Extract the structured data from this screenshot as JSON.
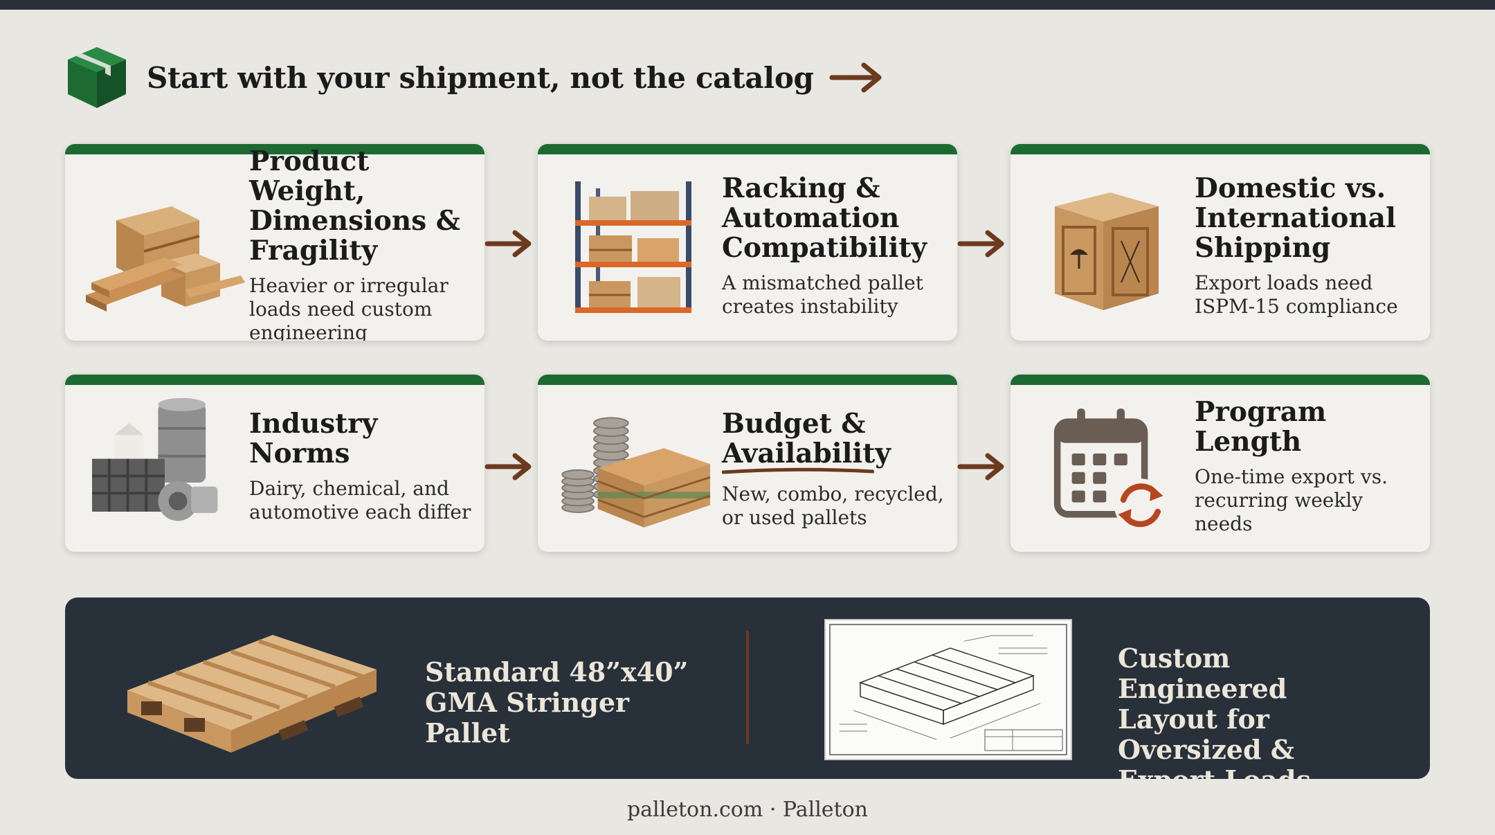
{
  "header": {
    "title": "Start with your shipment, not the catalog"
  },
  "cards": [
    {
      "title": "Product Weight, Dimensions & Fragility",
      "description": "Heavier or irregular loads need custom engineering",
      "illustration": "wooden-crates-and-lumber"
    },
    {
      "title": "Racking & Automation Compatibility",
      "description": "A mismatched pallet creates instability",
      "illustration": "warehouse-racking"
    },
    {
      "title": "Domestic vs. International Shipping",
      "description": "Export loads need ISPM-15 compliance",
      "illustration": "export-crate"
    },
    {
      "title": "Industry Norms",
      "description": "Dairy, chemical, and automotive each differ",
      "illustration": "milk-crate-drum-parts"
    },
    {
      "title": "Budget & Availability",
      "description": "New, combo, recycled, or used pallets",
      "illustration": "coins-and-pallets"
    },
    {
      "title": "Program Length",
      "description": "One-time export vs. recurring weekly needs",
      "illustration": "calendar-refresh"
    }
  ],
  "banner": {
    "standard_label": "Standard 48”x40” GMA Stringer Pallet",
    "custom_label": "Custom Engineered Layout for Oversized & Export Loads"
  },
  "footer": {
    "text": "palleton.com · Palleton"
  },
  "colors": {
    "accent_green": "#1d6b32",
    "arrow_brown": "#6b3a1f",
    "banner_bg": "#283039",
    "page_bg": "#e9e7e2"
  }
}
